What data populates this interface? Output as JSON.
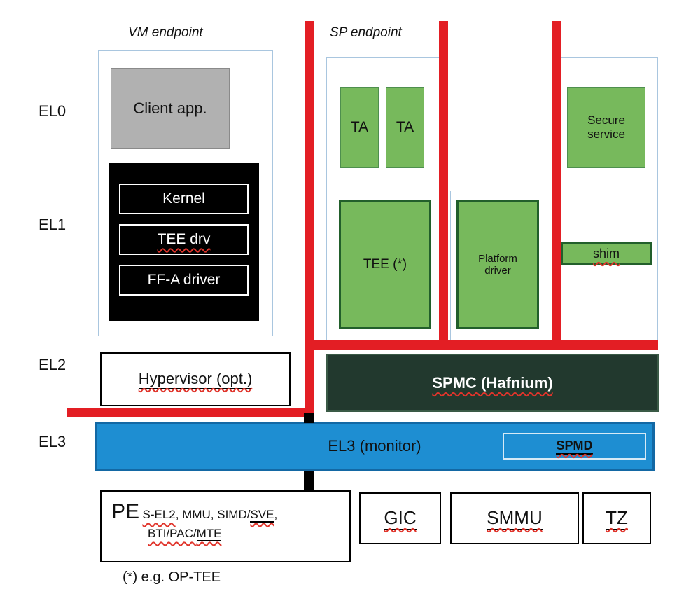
{
  "colors": {
    "red_line": "#e31e24",
    "green_fill": "#77b95c",
    "green_border": "#225f2b",
    "spmc_fill": "#22392e",
    "spmc_border": "#3a5a46",
    "blue_fill": "#1e8ed2",
    "blue_border": "#1368a4",
    "container_border": "#a9c6df",
    "gray_fill": "#b1b1b1"
  },
  "row_labels": {
    "el0": "EL0",
    "el1": "EL1",
    "el2": "EL2",
    "el3": "EL3"
  },
  "titles": {
    "vm_endpoint": "VM endpoint",
    "sp_endpoint": "SP endpoint"
  },
  "vm": {
    "client_app": "Client app.",
    "kernel": "Kernel",
    "tee_drv": "TEE drv",
    "ffa_driver": "FF-A driver"
  },
  "sp": {
    "ta_1": "TA",
    "ta_2": "TA",
    "tee": "TEE (*)",
    "platform_driver": "Platform driver",
    "secure_service": "Secure service",
    "shim": "shim"
  },
  "el2": {
    "hypervisor": "Hypervisor (opt.)",
    "spmc": "SPMC (Hafnium)"
  },
  "el3": {
    "monitor": "EL3 (monitor)",
    "spmd": "SPMD"
  },
  "hardware": {
    "pe": "PE",
    "pe_feat_a": "S-EL2",
    "pe_feat_b": ", MMU, SIMD/",
    "pe_feat_c": "SVE",
    "pe_feat_d": ",",
    "pe_feat_e": "BTI/PAC/",
    "pe_feat_f": "MTE",
    "gic": "GIC",
    "smmu": "SMMU",
    "tz": "TZ"
  },
  "footnote": "(*) e.g. OP-TEE"
}
